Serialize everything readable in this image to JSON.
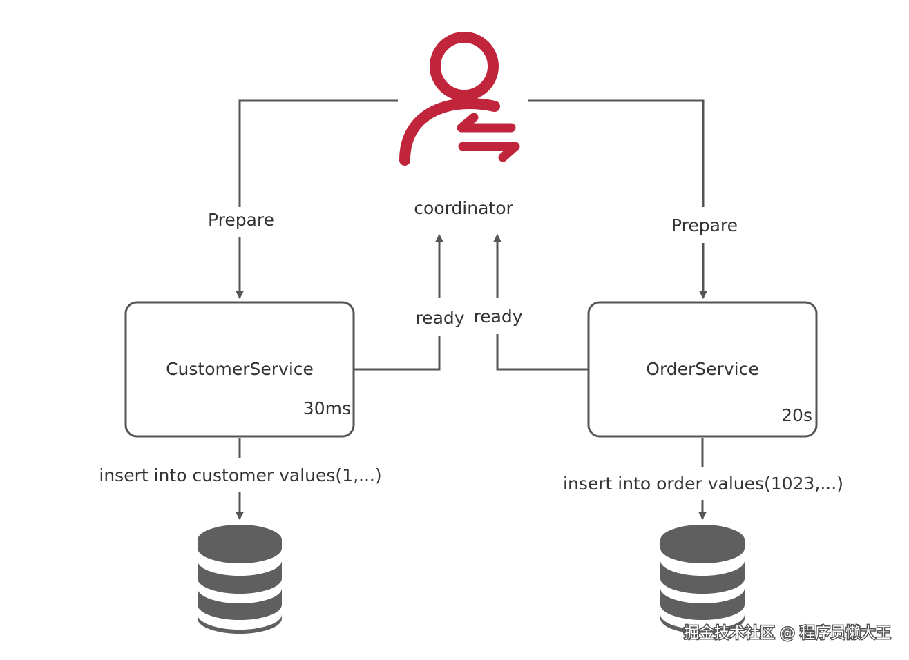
{
  "coordinator": {
    "label": "coordinator",
    "icon": "user-exchange-icon",
    "color": "#c0253c"
  },
  "services": [
    {
      "name": "CustomerService",
      "latency": "30ms",
      "sql": "insert into customer values(1,...)"
    },
    {
      "name": "OrderService",
      "latency": "20s",
      "sql": "insert into order values(1023,...)"
    }
  ],
  "edges": {
    "prepare_left": "Prepare",
    "prepare_right": "Prepare",
    "ready_left": "ready",
    "ready_right": "ready"
  },
  "database_icon": "database-icon",
  "colors": {
    "line": "#4d4d4d",
    "box_border": "#555555",
    "db": "#5f5f5f",
    "text": "#333333"
  },
  "watermark": "掘金技术社区 @ 程序员懒大王"
}
